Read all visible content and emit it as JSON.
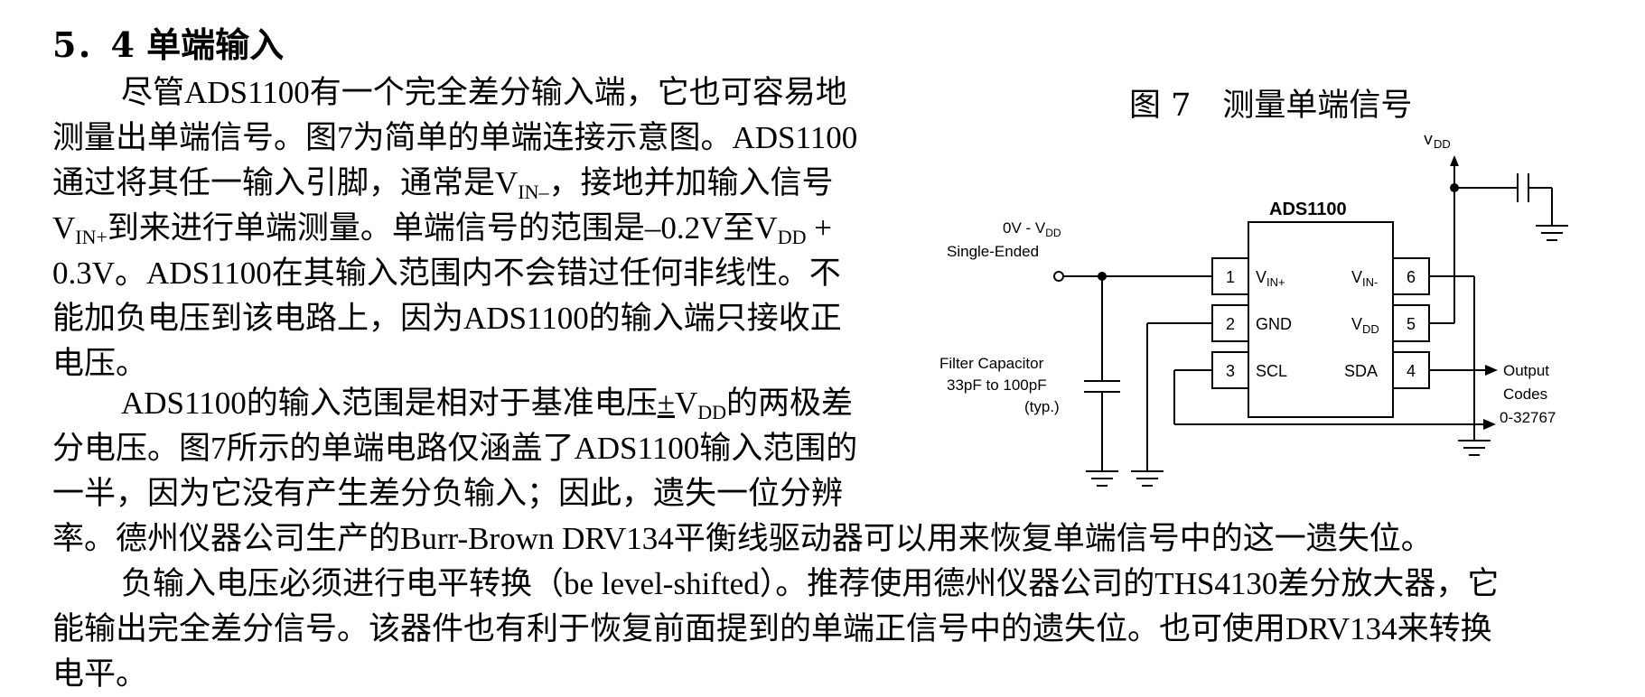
{
  "heading": "5．4 单端输入",
  "p1": {
    "l1": "尽管ADS1100有一个完全差分输入端，它也可容易地",
    "l2": "测量出单端信号。图7为简单的单端连接示意图。ADS1100",
    "l3a": "通过将其任一输入引脚，通常是V",
    "l3sub": "IN–",
    "l3b": "，接地并加输入信号",
    "l4a": "V",
    "l4sub": "IN+",
    "l4b": "到来进行单端测量。单端信号的范围是–0.2V至V",
    "l4sub2": "DD",
    "l4c": " +",
    "l5": "0.3V。ADS1100在其输入范围内不会错过任何非线性。不",
    "l6": "能加负电压到该电路上，因为ADS1100的输入端只接收正",
    "l7": "电压。"
  },
  "p2": {
    "l1a": "ADS1100的输入范围是相对于基准电压",
    "l1pm": "±",
    "l1v": "V",
    "l1sub": "DD",
    "l1b": "的两极差",
    "l2": "分电压。图7所示的单端电路仅涵盖了ADS1100输入范围的",
    "l3": "一半，因为它没有产生差分负输入；因此，遗失一位分辨",
    "l4": "率。德州仪器公司生产的Burr-Brown DRV134平衡线驱动器可以用来恢复单端信号中的这一遗失位。"
  },
  "p3": {
    "l1": "负输入电压必须进行电平转换（be level-shifted）。推荐使用德州仪器公司的THS4130差分放大器，它",
    "l2": "能输出完全差分信号。该器件也有利于恢复前面提到的单端正信号中的遗失位。也可使用DRV134来转换",
    "l3": "电平。"
  },
  "figure": {
    "caption": "图 7　测量单端信号",
    "chip_name": "ADS1100",
    "vdd_top": "V",
    "vdd_top_sub": "DD",
    "input_label_a": "0V - V",
    "input_label_sub": "DD",
    "input_label_b": "Single-Ended",
    "filter_l1": "Filter Capacitor",
    "filter_l2": "33pF to 100pF",
    "filter_l3": "(typ.)",
    "output_l1": "Output",
    "output_l2": "Codes",
    "output_l3": "0-32767",
    "pins": [
      {
        "num": "1",
        "label": "V",
        "sub": "IN+"
      },
      {
        "num": "2",
        "label": "GND",
        "sub": ""
      },
      {
        "num": "3",
        "label": "SCL",
        "sub": ""
      },
      {
        "num": "4",
        "label": "SDA",
        "sub": ""
      },
      {
        "num": "5",
        "label": "V",
        "sub": "DD"
      },
      {
        "num": "6",
        "label": "V",
        "sub": "IN-"
      }
    ]
  }
}
